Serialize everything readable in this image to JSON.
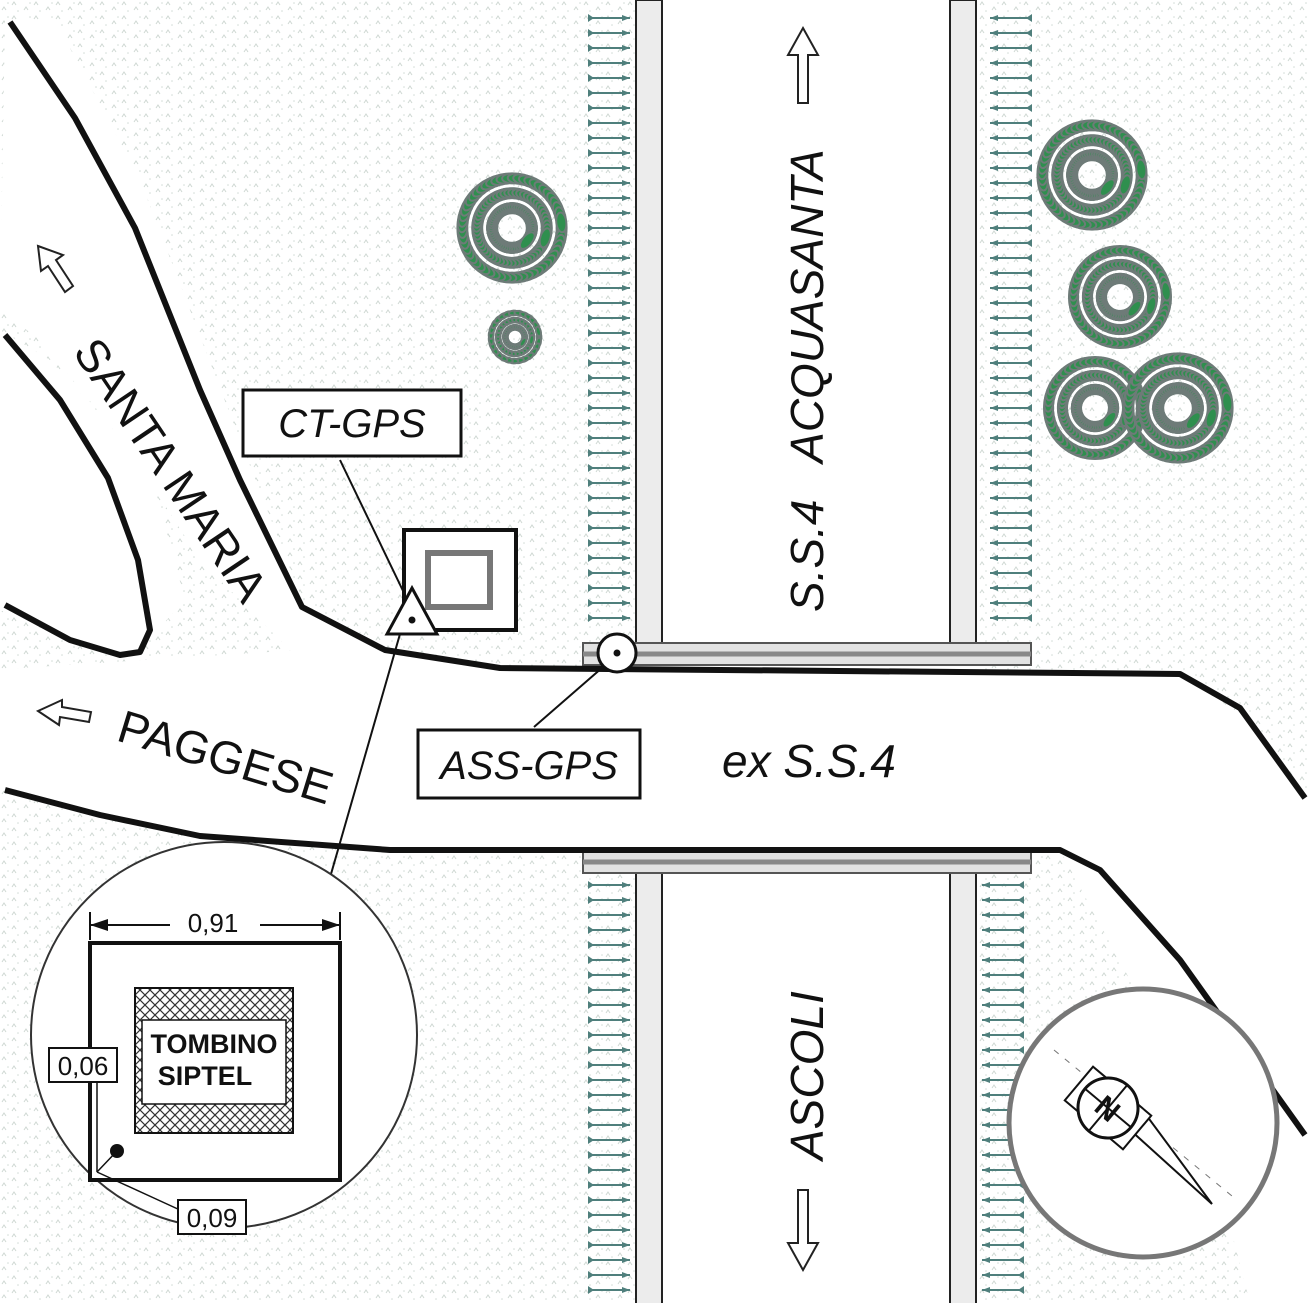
{
  "roads": {
    "santa_maria": "SANTA MARIA",
    "paggese": "PAGGESE",
    "acquasanta": "S.S.4   ACQUASANTA",
    "ex_ss4": "ex S.S.4",
    "ascoli": "ASCOLI"
  },
  "markers": {
    "ct_gps": "CT-GPS",
    "ass_gps": "ASS-GPS"
  },
  "detail": {
    "width_dimension": "0,91",
    "offset_top": "0,06",
    "offset_side": "0,09",
    "manhole_line1": "TOMBINO",
    "manhole_line2": "SIPTEL"
  },
  "compass": {
    "north_letter": "N"
  },
  "colors": {
    "ink": "#111111",
    "tree_fill": "#2f8f4e",
    "tree_stroke": "#6e7b78",
    "grass_texture": "#cfd8d3",
    "rail_gray": "#9a9a9a",
    "hedge_teal": "#4f7f7c"
  }
}
